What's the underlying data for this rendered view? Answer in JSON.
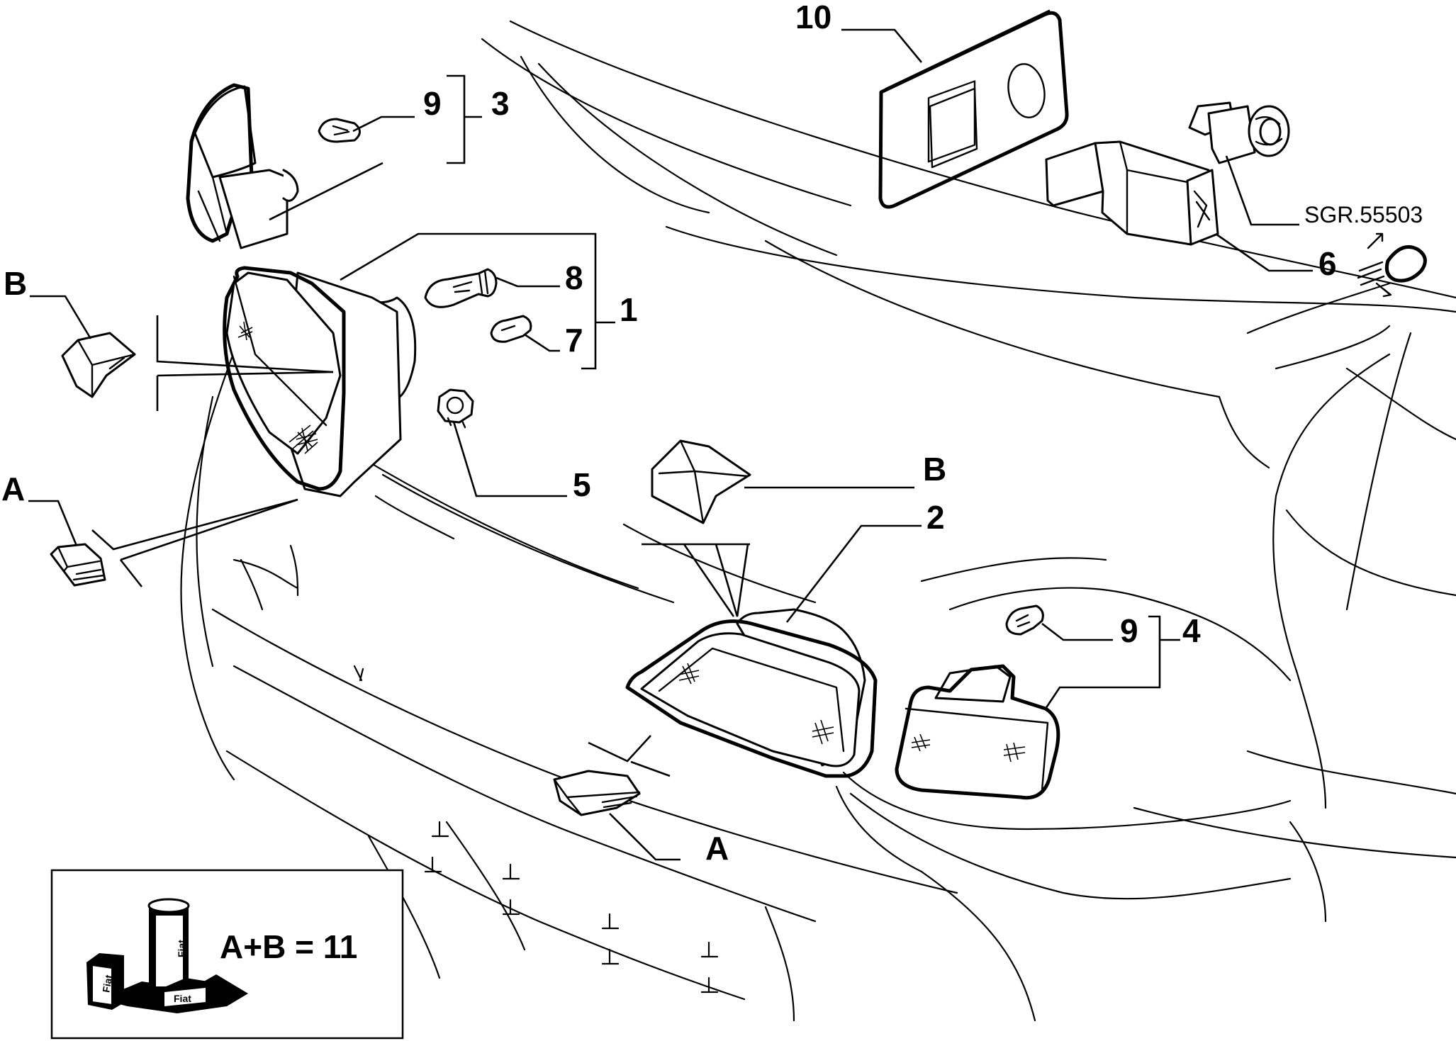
{
  "callouts": {
    "c10": "10",
    "c9a": "9",
    "c3": "3",
    "c8": "8",
    "c1": "1",
    "c7": "7",
    "c5": "5",
    "cB1": "B",
    "cA1": "A",
    "cB2": "B",
    "c2": "2",
    "c6": "6",
    "c9b": "9",
    "c4": "4",
    "cA2": "A"
  },
  "reference_code": "SGR.55503",
  "kit_box": {
    "formula": "A+B = 11",
    "tube_text": "Fiat",
    "box_text": "Fiat"
  }
}
